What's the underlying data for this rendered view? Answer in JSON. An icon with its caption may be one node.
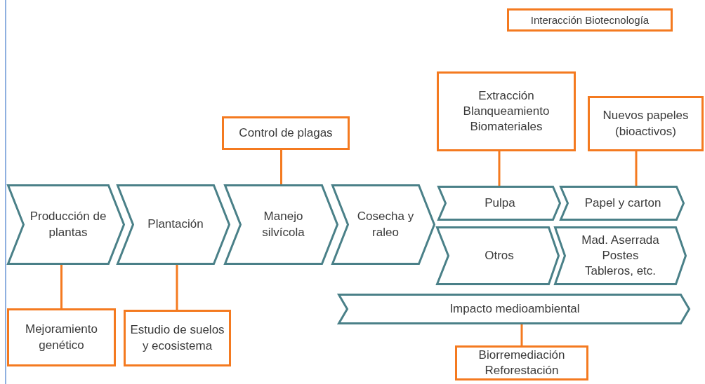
{
  "diagram": {
    "nodes": [
      {
        "text": [
          "Interacción Biotecnología"
        ]
      },
      {
        "text": [
          "Extracción",
          "Blanqueamiento",
          "Biomateriales"
        ]
      },
      {
        "text": [
          "Nuevos papeles (bioactivos)"
        ]
      },
      {
        "text": [
          "Control de plagas"
        ]
      },
      {
        "text": [
          "Producción de plantas"
        ]
      },
      {
        "text": [
          "Plantación"
        ]
      },
      {
        "text": [
          "Manejo silvícola"
        ]
      },
      {
        "text": [
          "Cosecha y raleo"
        ]
      },
      {
        "text": [
          "Pulpa"
        ]
      },
      {
        "text": [
          "Papel y carton"
        ]
      },
      {
        "text": [
          "Otros"
        ]
      },
      {
        "text": [
          "Mad. Aserrada",
          "Postes",
          "Tableros, etc."
        ]
      },
      {
        "text": [
          "Impacto medioambiental"
        ]
      },
      {
        "text": [
          "Mejoramiento genético"
        ]
      },
      {
        "text": [
          "Estudio de suelos y ecosistema"
        ]
      },
      {
        "text": [
          "Biorremediación",
          "Reforestación"
        ]
      }
    ],
    "edges": [
      {
        "from": 3,
        "to": 6,
        "arrow": "none"
      },
      {
        "from": 1,
        "to": 8,
        "arrow": "none"
      },
      {
        "from": 2,
        "to": 9,
        "arrow": "none"
      },
      {
        "from": 4,
        "to": 13,
        "arrow": "none"
      },
      {
        "from": 5,
        "to": 14,
        "arrow": "none"
      },
      {
        "from": 12,
        "to": 15,
        "arrow": "none"
      }
    ]
  }
}
